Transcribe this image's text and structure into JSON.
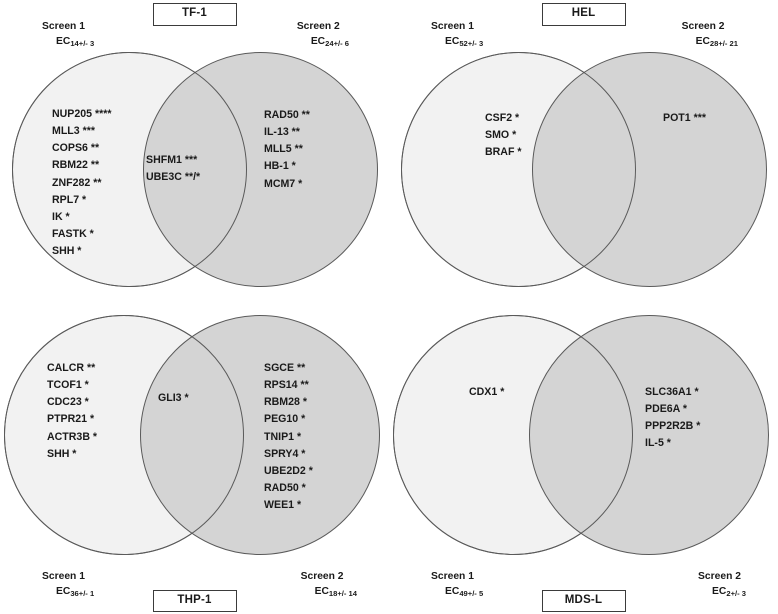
{
  "figure": {
    "type": "venn-diagram-grid",
    "panel_count": 4
  },
  "panels": [
    {
      "id": "tf1",
      "title": "TF-1",
      "title_position": "top",
      "left_screen": {
        "label": "Screen 1",
        "ec_prefix": "EC",
        "ec_value": "14",
        "ec_error": "+/- 3"
      },
      "right_screen": {
        "label": "Screen 2",
        "ec_prefix": "EC",
        "ec_value": "24",
        "ec_error": "+/- 6"
      },
      "left_only": [
        "NUP205 ****",
        "MLL3 ***",
        "COPS6 **",
        "RBM22 **",
        "ZNF282 **",
        "RPL7 *",
        "IK *",
        "FASTK *",
        "SHH *"
      ],
      "intersection": [
        "SHFM1 ***",
        "UBE3C **/*"
      ],
      "right_only": [
        "RAD50 **",
        "IL-13 **",
        "MLL5 **",
        "HB-1 *",
        "MCM7 *"
      ]
    },
    {
      "id": "hel",
      "title": "HEL",
      "title_position": "top",
      "left_screen": {
        "label": "Screen 1",
        "ec_prefix": "EC",
        "ec_value": "52",
        "ec_error": "+/- 3"
      },
      "right_screen": {
        "label": "Screen 2",
        "ec_prefix": "EC",
        "ec_value": "28",
        "ec_error": "+/- 21"
      },
      "left_only": [
        "CSF2 *",
        "SMO *",
        "BRAF *"
      ],
      "intersection": [],
      "right_only": [
        "POT1 ***"
      ]
    },
    {
      "id": "thp1",
      "title": "THP-1",
      "title_position": "bottom",
      "left_screen": {
        "label": "Screen 1",
        "ec_prefix": "EC",
        "ec_value": "36",
        "ec_error": "+/- 1"
      },
      "right_screen": {
        "label": "Screen 2",
        "ec_prefix": "EC",
        "ec_value": "18",
        "ec_error": "+/- 14"
      },
      "left_only": [
        "CALCR **",
        "TCOF1 *",
        "CDC23 *",
        "PTPR21 *",
        "ACTR3B *",
        "SHH *"
      ],
      "intersection": [
        "GLI3 *"
      ],
      "right_only": [
        "SGCE **",
        "RPS14 **",
        "RBM28 *",
        "PEG10 *",
        "TNIP1 *",
        "SPRY4 *",
        "UBE2D2 *",
        "RAD50 *",
        "WEE1 *"
      ]
    },
    {
      "id": "mdsl",
      "title": "MDS-L",
      "title_position": "bottom",
      "left_screen": {
        "label": "Screen 1",
        "ec_prefix": "EC",
        "ec_value": "49",
        "ec_error": "+/- 5"
      },
      "right_screen": {
        "label": "Screen 2",
        "ec_prefix": "EC",
        "ec_value": "2",
        "ec_error": "+/- 3"
      },
      "left_only": [
        "CDX1 *"
      ],
      "intersection": [],
      "right_only": [
        "SLC36A1 *",
        "PDE6A *",
        "PPP2R2B *",
        "IL-5 *"
      ]
    }
  ],
  "colors": {
    "left_circle_fill": "#f2f2f2",
    "right_circle_fill": "#d4d4d4",
    "circle_stroke": "#5a5a5a",
    "text": "#1a1a1a",
    "box_border": "#3b3b3b",
    "background": "#ffffff"
  }
}
